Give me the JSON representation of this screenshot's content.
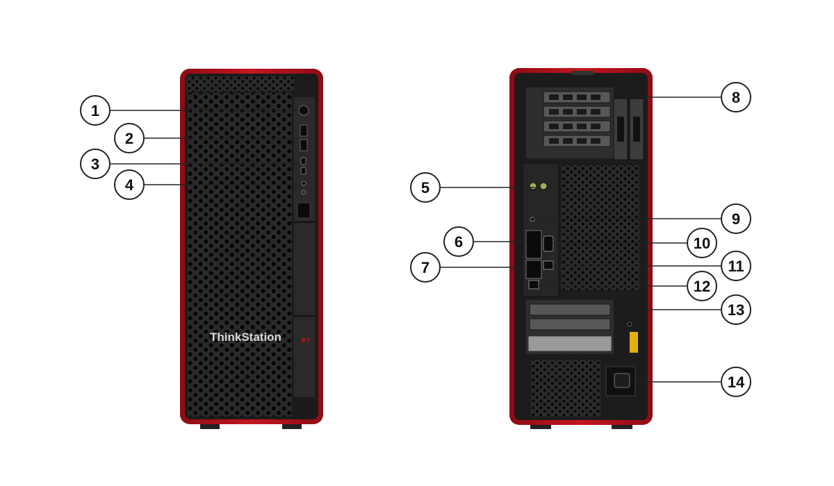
{
  "front_view": {
    "brand": "ThinkStation",
    "model_badge": "P7"
  },
  "rear_view": {},
  "colors": {
    "chassis_red": "#b0121c",
    "chassis_dark": "#1a1a1a",
    "background": "#ffffff",
    "callout_line": "#222222"
  },
  "callouts": [
    {
      "label": "1"
    },
    {
      "label": "2"
    },
    {
      "label": "3"
    },
    {
      "label": "4"
    },
    {
      "label": "5"
    },
    {
      "label": "6"
    },
    {
      "label": "7"
    },
    {
      "label": "8"
    },
    {
      "label": "9"
    },
    {
      "label": "10"
    },
    {
      "label": "11"
    },
    {
      "label": "12"
    },
    {
      "label": "13"
    },
    {
      "label": "14"
    }
  ]
}
